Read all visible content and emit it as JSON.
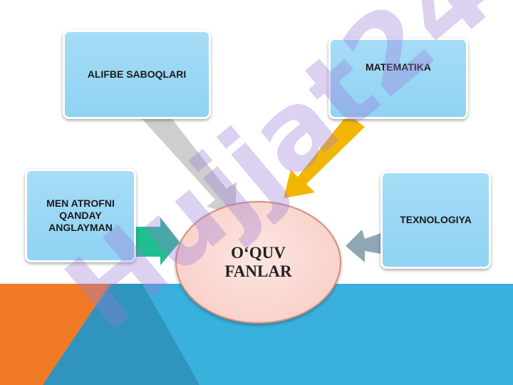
{
  "diagram": {
    "center": {
      "label": "O‘QUV FANLAR"
    },
    "boxes": {
      "alifbe": {
        "label": "ALIFBE SABOQLARI"
      },
      "matematika": {
        "label": "MATEMATIKA"
      },
      "men_atrofni": {
        "label": "MEN ATROFNI QANDAY ANGLAYMAN"
      },
      "texnologiya": {
        "label": "TEXNOLOGIYA"
      }
    },
    "arrows": [
      {
        "from": "alifbe",
        "to": "center",
        "color": "#c8c8c8"
      },
      {
        "from": "matematika",
        "to": "center",
        "color": "#f2b705"
      },
      {
        "from": "men_atrofni",
        "to": "center",
        "color": "#1fbf8f"
      },
      {
        "from": "texnologiya",
        "to": "center",
        "color": "#8fa7b5"
      }
    ]
  },
  "watermark": {
    "text": "Hujjat24",
    "color": "#9b7bd6"
  },
  "colors": {
    "band_blue": "#3ab0dc",
    "band_orange": "#f07a26",
    "box_fill": "#96d6f4"
  }
}
